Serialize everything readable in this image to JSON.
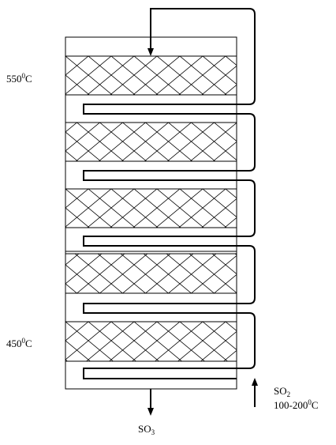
{
  "labels": {
    "top_temp": {
      "value": "550",
      "sup": "0",
      "unit": "C"
    },
    "bottom_temp": {
      "value": "450",
      "sup": "0",
      "unit": "C"
    },
    "inlet": {
      "gas": "SO",
      "sub": "2",
      "range": "100-200",
      "sup": "0",
      "unit": "C"
    },
    "outlet": {
      "gas": "SO",
      "sub": "3"
    }
  },
  "diagram": {
    "catalyst_bed_count": 5,
    "colors": {
      "stroke": "#000000",
      "background": "#ffffff"
    }
  }
}
